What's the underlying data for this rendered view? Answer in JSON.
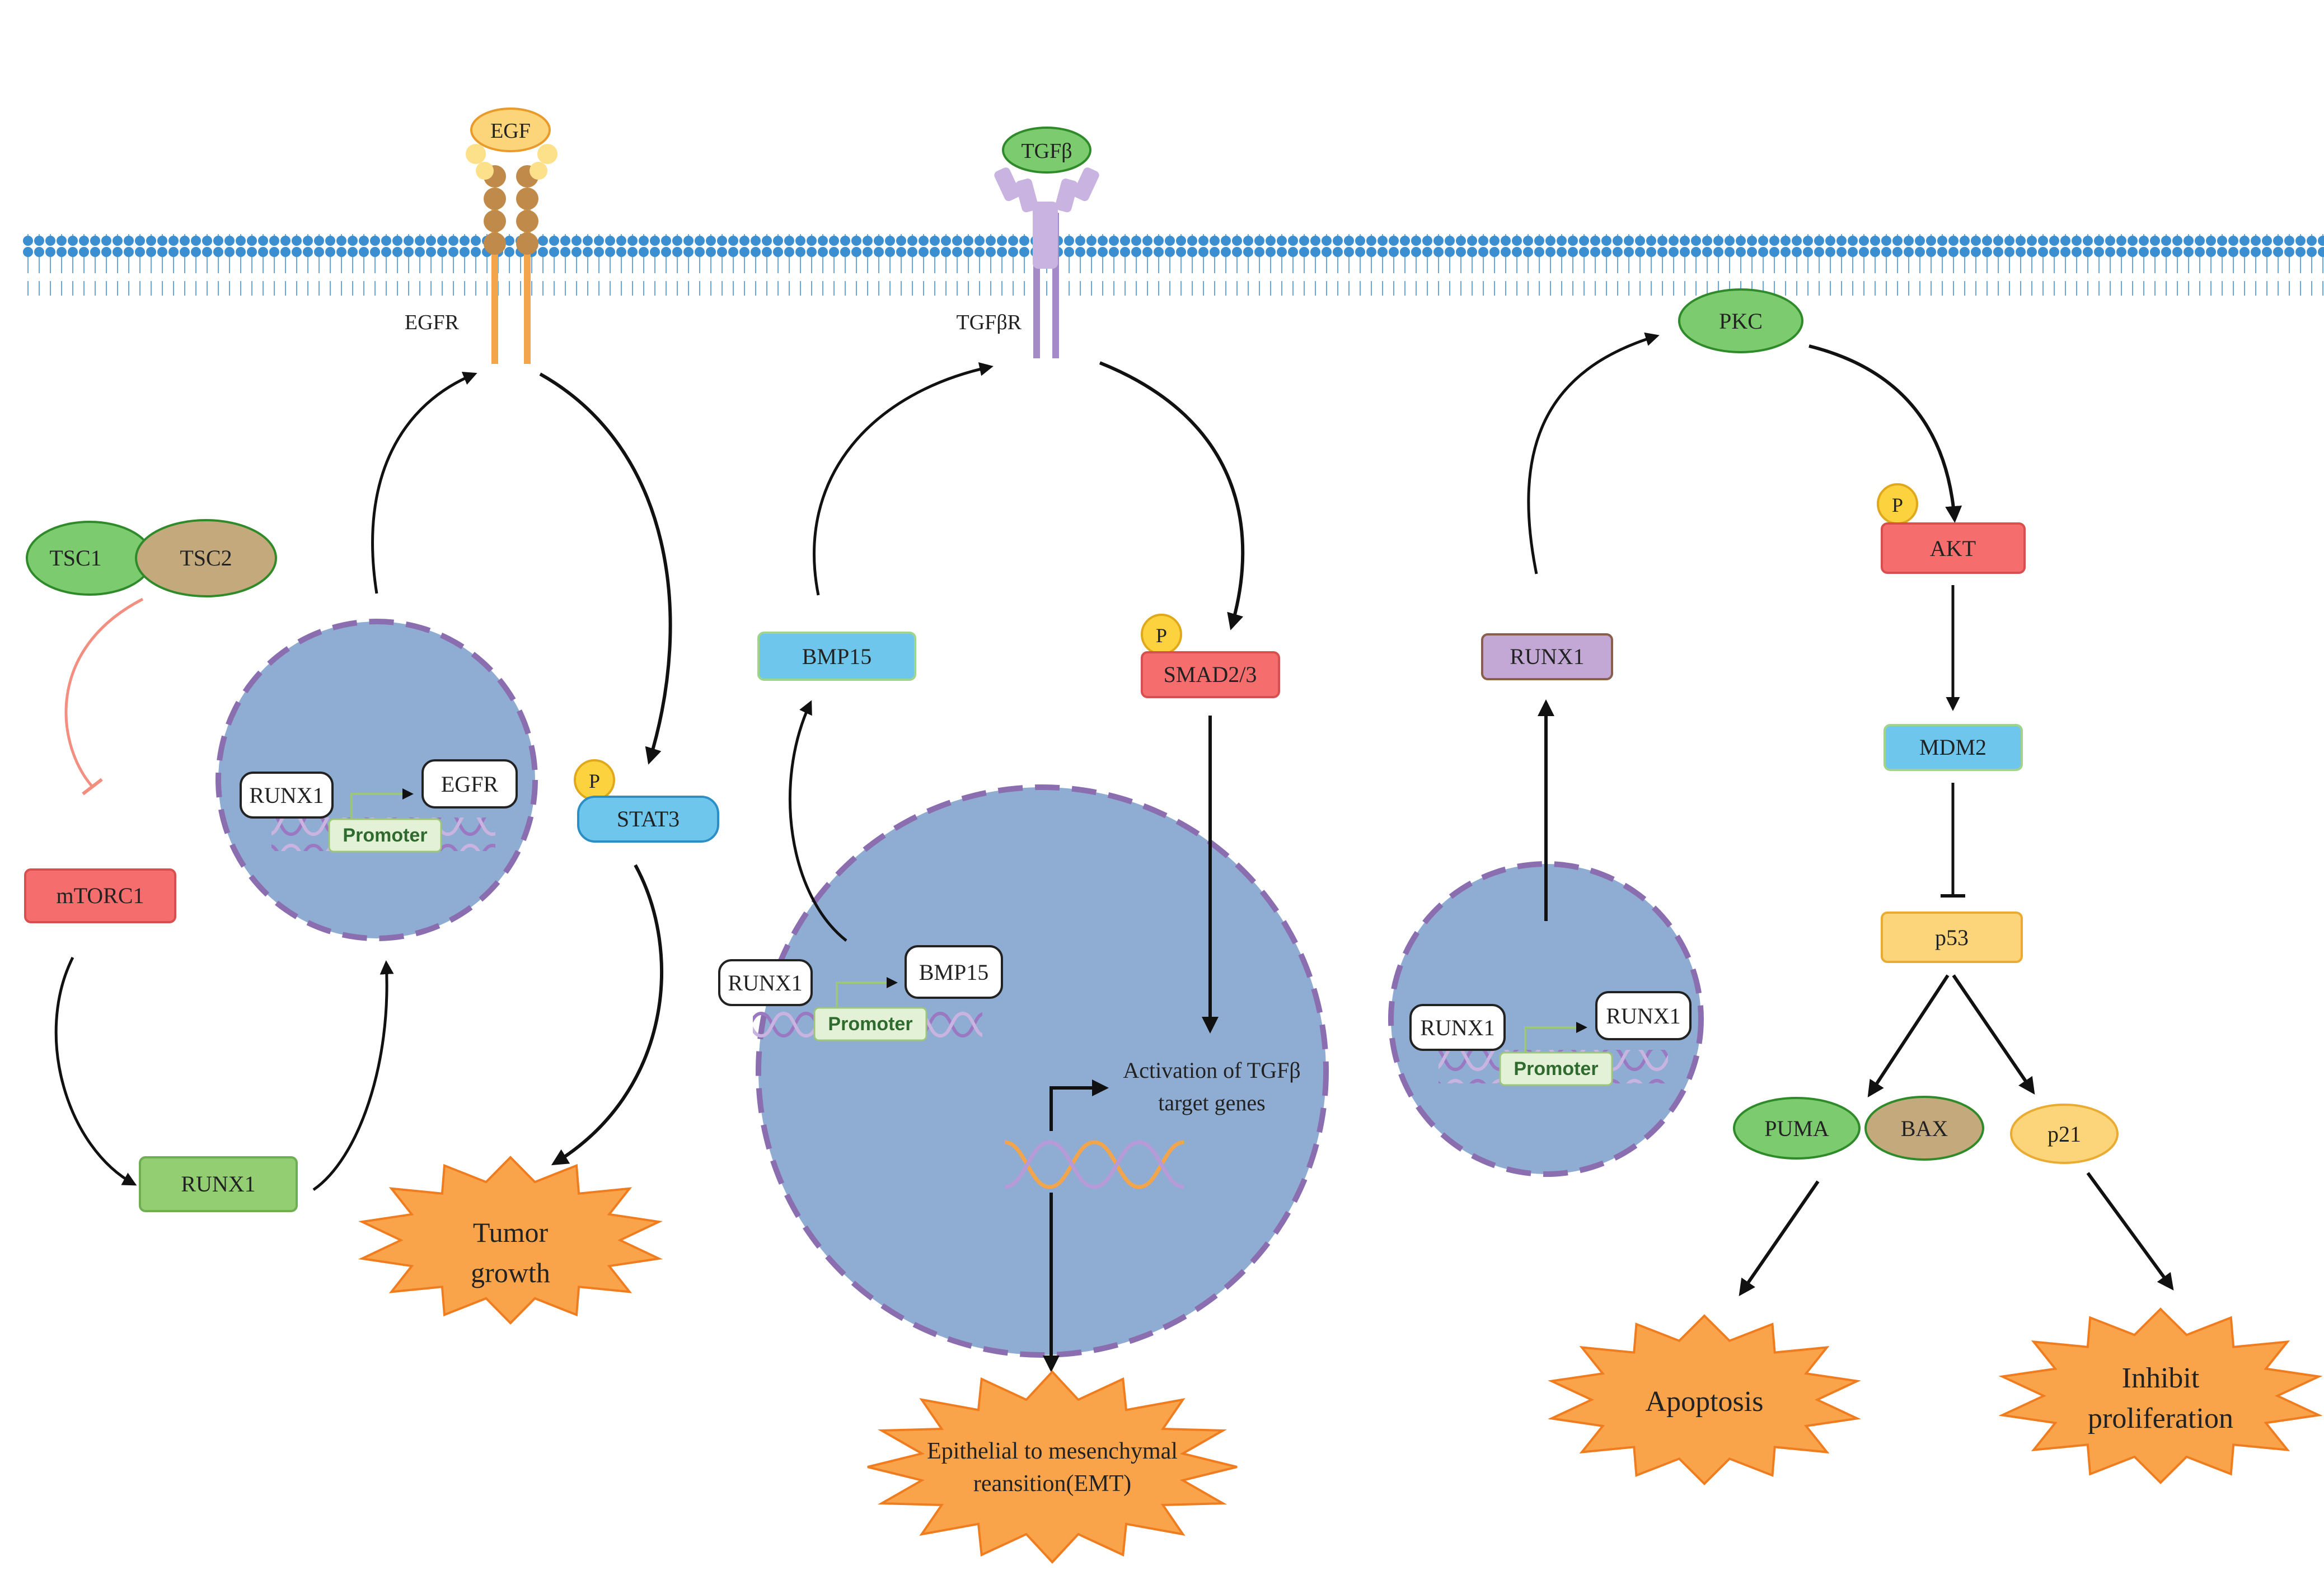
{
  "membrane": {
    "egf": "EGF",
    "egfr": "EGFR",
    "tgfb": "TGFβ",
    "tgfbr": "TGFβR"
  },
  "left_pathway": {
    "tsc1": "TSC1",
    "tsc2": "TSC2",
    "mtorc1": "mTORC1",
    "runx1_cyto": "RUNX1",
    "nucleus_runx1": "RUNX1",
    "nucleus_target": "EGFR",
    "promoter": "Promoter",
    "phospho": "P",
    "stat3": "STAT3",
    "outcome_line1": "Tumor",
    "outcome_line2": "growth"
  },
  "middle_pathway": {
    "bmp15": "BMP15",
    "phospho": "P",
    "smad": "SMAD2/3",
    "nucleus_runx1": "RUNX1",
    "nucleus_target": "BMP15",
    "promoter": "Promoter",
    "activation_line1": "Activation of TGFβ",
    "activation_line2": "target genes",
    "outcome_line1": "Epithelial to mesenchymal",
    "outcome_line2": "reansition(EMT)"
  },
  "right_pathway": {
    "runx1_cyto": "RUNX1",
    "nucleus_runx1": "RUNX1",
    "nucleus_target": "RUNX1",
    "promoter": "Promoter",
    "pkc": "PKC",
    "phospho": "P",
    "akt": "AKT",
    "mdm2": "MDM2",
    "p53": "p53",
    "puma": "PUMA",
    "bax": "BAX",
    "p21": "p21",
    "apoptosis": "Apoptosis",
    "inhibit_line1": "Inhibit",
    "inhibit_line2": "proliferation"
  },
  "colors": {
    "membrane": "#3b8fd1",
    "nucleus_fill": "#8fadd2",
    "nucleus_border": "#8a6eb0",
    "red_box": "#f56d6d",
    "green_box": "#93cf72",
    "blue_box": "#6ec6ec",
    "purple_box": "#c3a8d6",
    "yellow_box": "#fcd47a",
    "green_oval": "#7ccc6f",
    "tan_oval": "#c4a97c",
    "burst": "#f9a44b",
    "egfr": "#f2a54a",
    "tgfbr": "#a48ac6",
    "phospho": "#fcd33e"
  }
}
